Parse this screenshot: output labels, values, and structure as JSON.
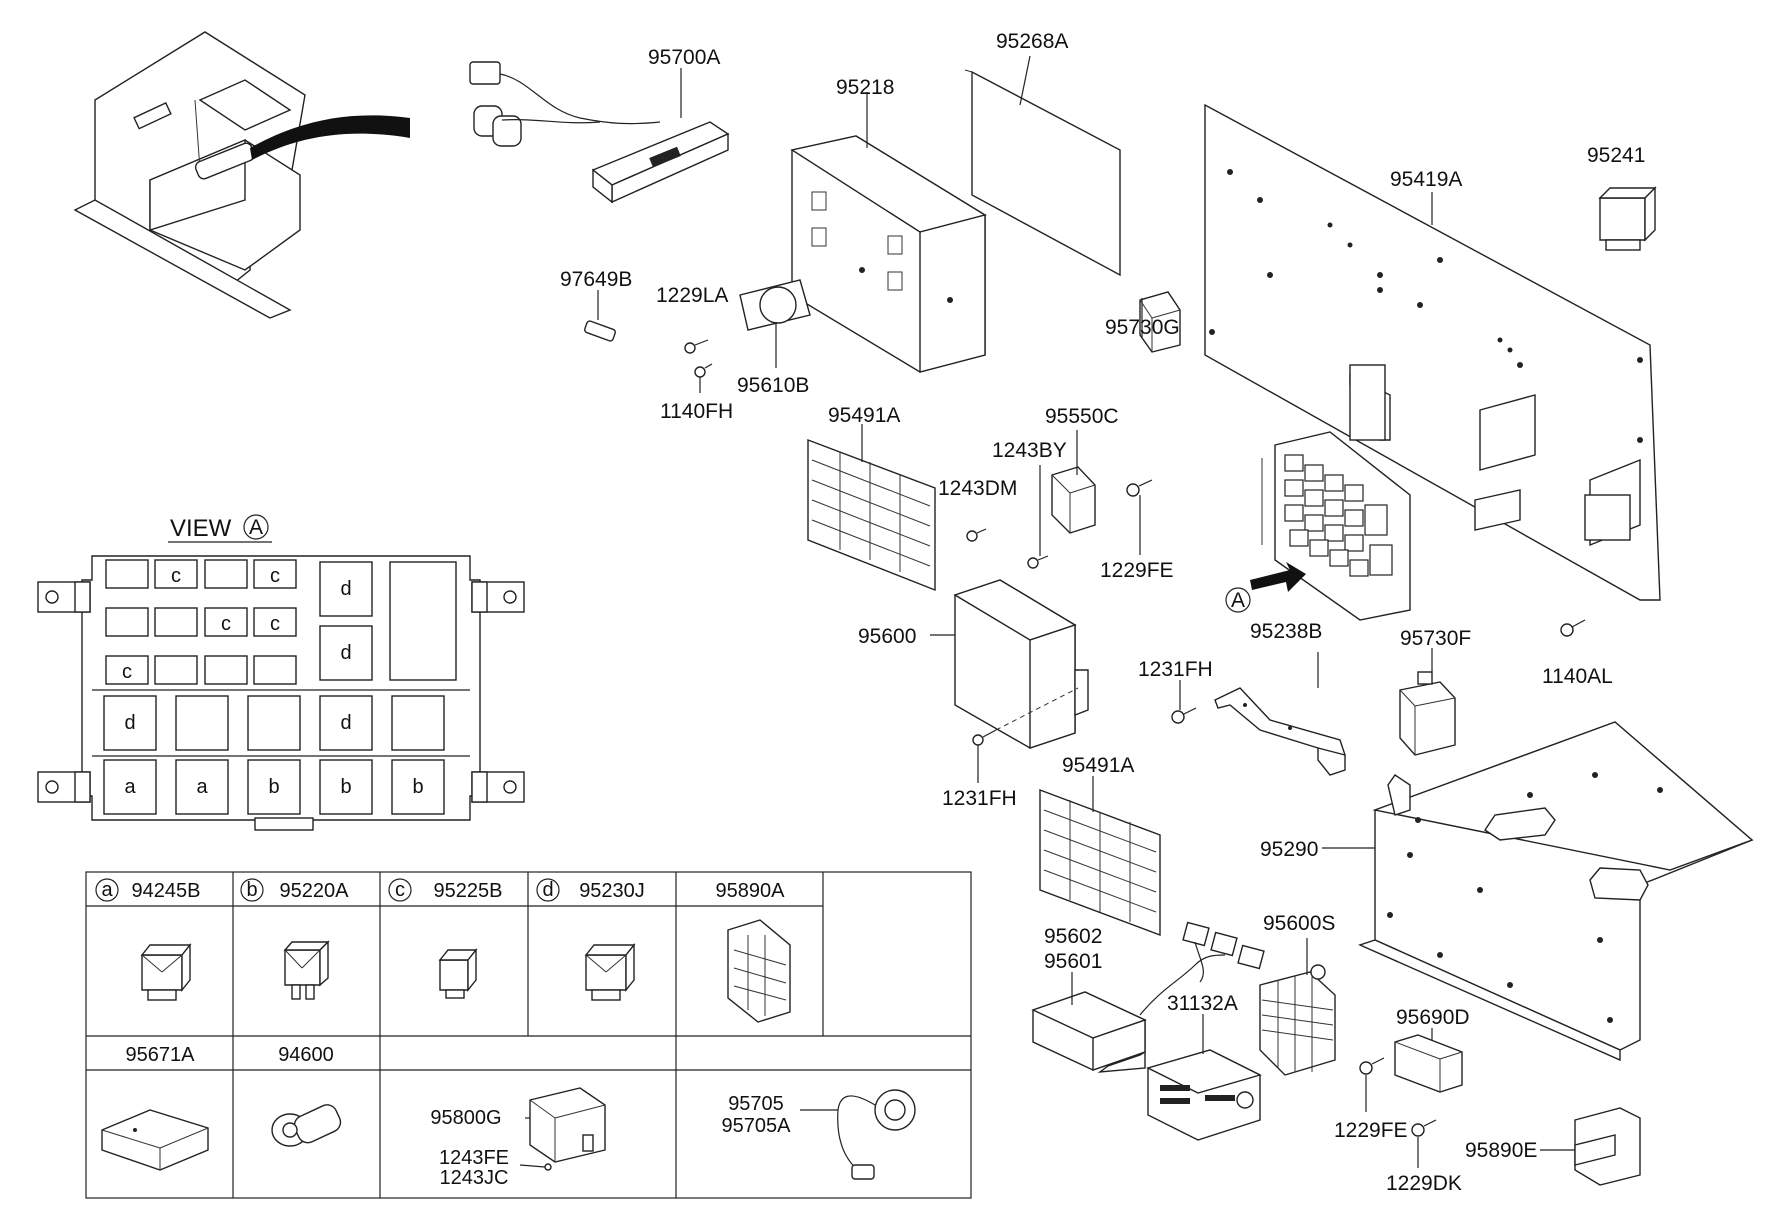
{
  "labels": {
    "p95700A": "95700A",
    "p95268A": "95268A",
    "p95218": "95218",
    "p95419A": "95419A",
    "p95241": "95241",
    "p97649B": "97649B",
    "p1229LA": "1229LA",
    "p1140FH": "1140FH",
    "p95610B": "95610B",
    "p95730G": "95730G",
    "p95550C": "95550C",
    "p1243BY": "1243BY",
    "p95491A_top": "95491A",
    "p1243DM": "1243DM",
    "p1229FE_top": "1229FE",
    "p95600": "95600",
    "p1231FH_right": "1231FH",
    "p95238B": "95238B",
    "p95730F": "95730F",
    "p1140AL": "1140AL",
    "p1231FH_bottom": "1231FH",
    "p95491A_bottom": "95491A",
    "p95290": "95290",
    "p95602": "95602",
    "p95601": "95601",
    "p95600S": "95600S",
    "p31132A": "31132A",
    "p95690D": "95690D",
    "p1229FE_bottom": "1229FE",
    "p95890E": "95890E",
    "p1229DK": "1229DK",
    "callout_a": "A"
  },
  "view": {
    "title": "VIEW",
    "marker": "A",
    "row1": [
      "",
      "c",
      "",
      "c"
    ],
    "row2": [
      "",
      "",
      "c",
      "c"
    ],
    "row3": [
      "c",
      "",
      "",
      ""
    ],
    "d_right": [
      "d",
      "d"
    ],
    "row4": [
      "d",
      "",
      "",
      "d",
      ""
    ],
    "row5": [
      "a",
      "a",
      "b",
      "b",
      "b"
    ]
  },
  "legend": {
    "row1": [
      {
        "key": "a",
        "part": "94245B"
      },
      {
        "key": "b",
        "part": "95220A"
      },
      {
        "key": "c",
        "part": "95225B"
      },
      {
        "key": "d",
        "part": "95230J"
      },
      {
        "key": "",
        "part": "95890A"
      }
    ],
    "row2": [
      {
        "part": "95671A"
      },
      {
        "part": "94600"
      }
    ],
    "cell3": {
      "main": "95800G",
      "sub1": "1243FE",
      "sub2": "1243JC"
    },
    "cell4": {
      "main": "95705",
      "sub": "95705A"
    }
  }
}
